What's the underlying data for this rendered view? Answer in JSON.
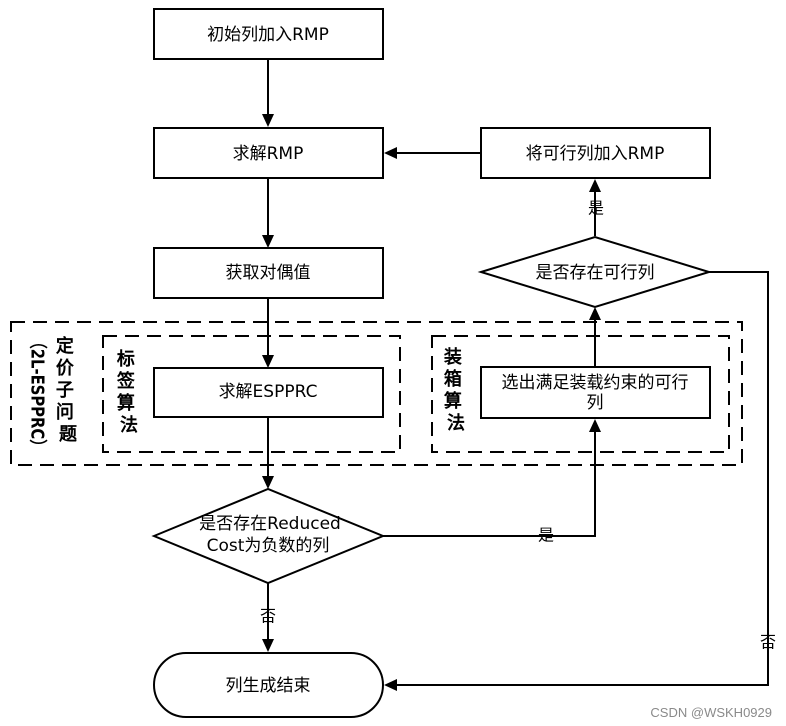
{
  "nodes": {
    "init": "初始列加入RMP",
    "solve_rmp": "求解RMP",
    "add_feasible": "将可行列加入RMP",
    "dual_values": "获取对偶值",
    "exists_feasible": "是否存在可行列",
    "solve_espprc": "求解ESPPRC",
    "select_columns_line1": "选出满足装载约束的可行",
    "select_columns_line2": "列",
    "reduced_cost_line1": "是否存在Reduced",
    "reduced_cost_line2": "Cost为负数的列",
    "end": "列生成结束"
  },
  "groups": {
    "pricing": [
      "定",
      "价",
      "子",
      "问",
      "题"
    ],
    "pricing_paren": "（2L-ESPPRC）",
    "labeling": [
      "标",
      "签",
      "算",
      "法"
    ],
    "packing": [
      "装",
      "箱",
      "算",
      "法"
    ]
  },
  "edge_labels": {
    "yes_feasible": "是",
    "yes_reduced": "是",
    "no_reduced": "否",
    "no_feasible": "否"
  },
  "watermark": "CSDN @WSKH0929"
}
